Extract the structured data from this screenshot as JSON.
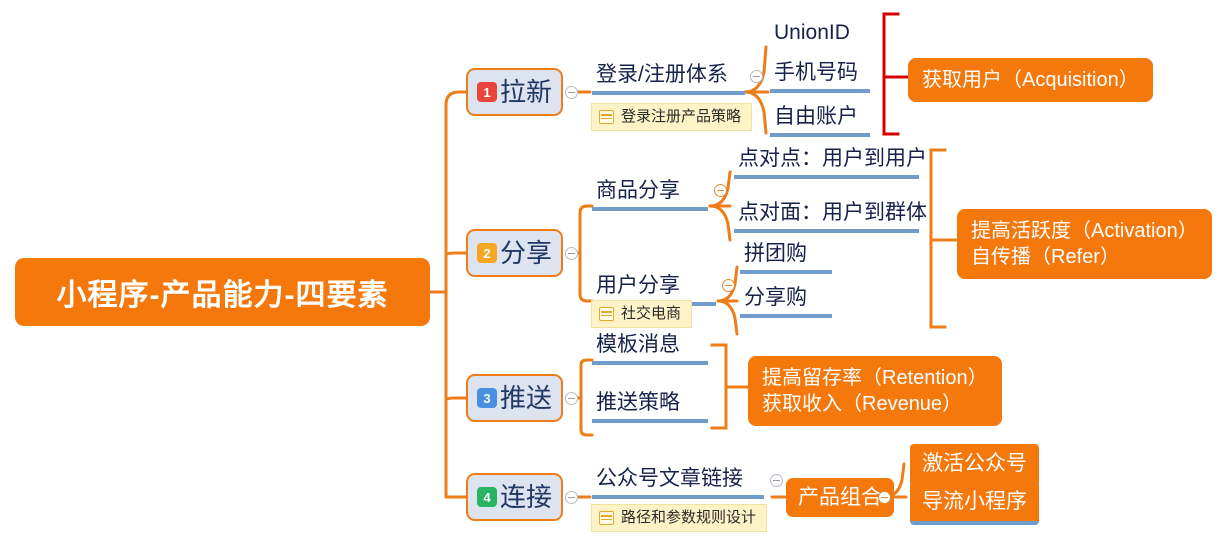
{
  "root": {
    "label": "小程序-产品能力-四要素"
  },
  "colors": {
    "orange": "#f4780c",
    "branch_border": "#ee7d18",
    "branch_fill": "#dde4ef",
    "underline_blue": "#6f9ccb",
    "text_navy": "#1f3864",
    "bracket_red": "#d40000",
    "bracket_orange": "#ee7d18",
    "note_fill": "#fdf3c6",
    "badge_1": "#e8453c",
    "badge_2": "#f5a623",
    "badge_3": "#4a90e2",
    "badge_4": "#28b463"
  },
  "branches": [
    {
      "index": "1",
      "label": "拉新",
      "badge_color": "#e8453c",
      "topics": [
        {
          "label": "登录/注册体系"
        }
      ],
      "note": {
        "label": "登录注册产品策略",
        "icon": "note-icon"
      },
      "leaves": [
        {
          "label": "UnionID"
        },
        {
          "label": "手机号码"
        },
        {
          "label": "自由账户"
        }
      ],
      "callout": {
        "lines": [
          "获取用户（Acquisition）"
        ],
        "bracket_color": "#d40000"
      }
    },
    {
      "index": "2",
      "label": "分享",
      "badge_color": "#f5a623",
      "topics": [
        {
          "label": "商品分享"
        },
        {
          "label": "用户分享"
        }
      ],
      "note": {
        "label": "社交电商",
        "icon": "note-icon"
      },
      "leaves": [
        {
          "label": "点对点：用户到用户"
        },
        {
          "label": "点对面：用户到群体"
        },
        {
          "label": "拼团购"
        },
        {
          "label": "分享购"
        }
      ],
      "callout": {
        "lines": [
          "提高活跃度（Activation）",
          "自传播（Refer）"
        ],
        "bracket_color": "#ee7d18"
      }
    },
    {
      "index": "3",
      "label": "推送",
      "badge_color": "#4a90e2",
      "topics": [
        {
          "label": "模板消息"
        },
        {
          "label": "推送策略"
        }
      ],
      "note": null,
      "leaves": [],
      "callout": {
        "lines": [
          "提高留存率（Retention）",
          "获取收入（Revenue）"
        ],
        "bracket_color": "#ee7d18"
      }
    },
    {
      "index": "4",
      "label": "连接",
      "badge_color": "#28b463",
      "topics": [
        {
          "label": "公众号文章链接"
        }
      ],
      "note": {
        "label": "路径和参数规则设计",
        "icon": "note-icon"
      },
      "leaves": [],
      "combo": {
        "label": "产品组合"
      },
      "combo_children": [
        {
          "label": "激活公众号"
        },
        {
          "label": "导流小程序"
        }
      ],
      "callout": null
    }
  ]
}
